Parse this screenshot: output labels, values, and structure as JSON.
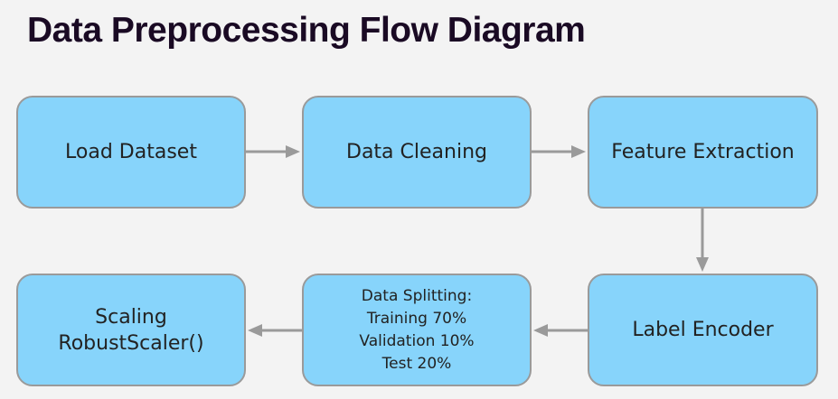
{
  "title": "Data Preprocessing Flow Diagram",
  "nodes": {
    "load": {
      "label": "Load Dataset"
    },
    "cleaning": {
      "label": "Data Cleaning"
    },
    "feature": {
      "label": "Feature Extraction"
    },
    "encoder": {
      "label": "Label Encoder"
    },
    "splitting": {
      "lines": [
        "Data Splitting:",
        "Training 70%",
        "Validation 10%",
        "Test 20%"
      ]
    },
    "scaling": {
      "lines": [
        "Scaling",
        "RobustScaler()"
      ]
    }
  },
  "edges": [
    {
      "from": "Load Dataset",
      "to": "Data Cleaning"
    },
    {
      "from": "Data Cleaning",
      "to": "Feature Extraction"
    },
    {
      "from": "Feature Extraction",
      "to": "Label Encoder"
    },
    {
      "from": "Label Encoder",
      "to": "Data Splitting"
    },
    {
      "from": "Data Splitting",
      "to": "Scaling"
    }
  ],
  "colors": {
    "box_fill": "#87d4fb",
    "box_border": "#9a9a9a",
    "arrow": "#9a9a9a",
    "title": "#1a0a24",
    "background": "#f3f3f3"
  }
}
